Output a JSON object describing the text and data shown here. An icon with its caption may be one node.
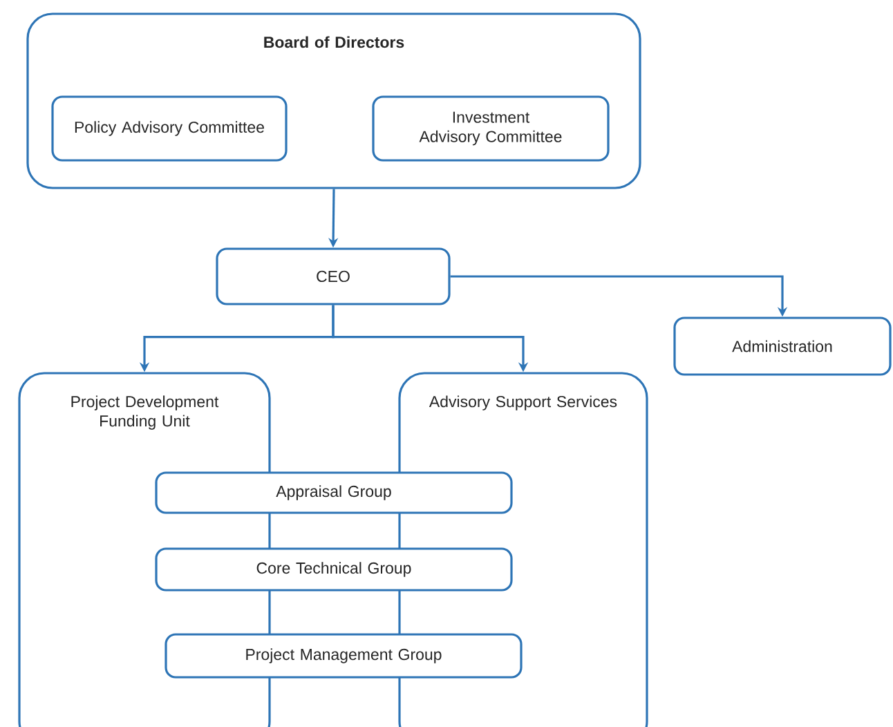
{
  "diagram": {
    "nodes": [
      {
        "text": [
          "Board of Directors"
        ]
      },
      {
        "text": [
          "Policy Advisory Committee"
        ],
        "in": 0
      },
      {
        "text": [
          "Investment Advisory Committee"
        ],
        "in": 0
      },
      {
        "text": [
          "CEO"
        ]
      },
      {
        "text": [
          "Administration"
        ]
      },
      {
        "text": [
          "Project Development Funding Unit"
        ]
      },
      {
        "text": [
          "Advisory Support Services"
        ]
      },
      {
        "text": [
          "Appraisal Group"
        ]
      },
      {
        "text": [
          "Core Technical Group"
        ]
      },
      {
        "text": [
          "Project Management Group"
        ]
      }
    ],
    "edges": [
      {
        "from": 0,
        "to": 3,
        "arrow": "to"
      },
      {
        "from": 3,
        "to": 4,
        "arrow": "to"
      },
      {
        "from": 3,
        "to": 5,
        "arrow": "to"
      },
      {
        "from": 3,
        "to": 6,
        "arrow": "to"
      }
    ]
  }
}
